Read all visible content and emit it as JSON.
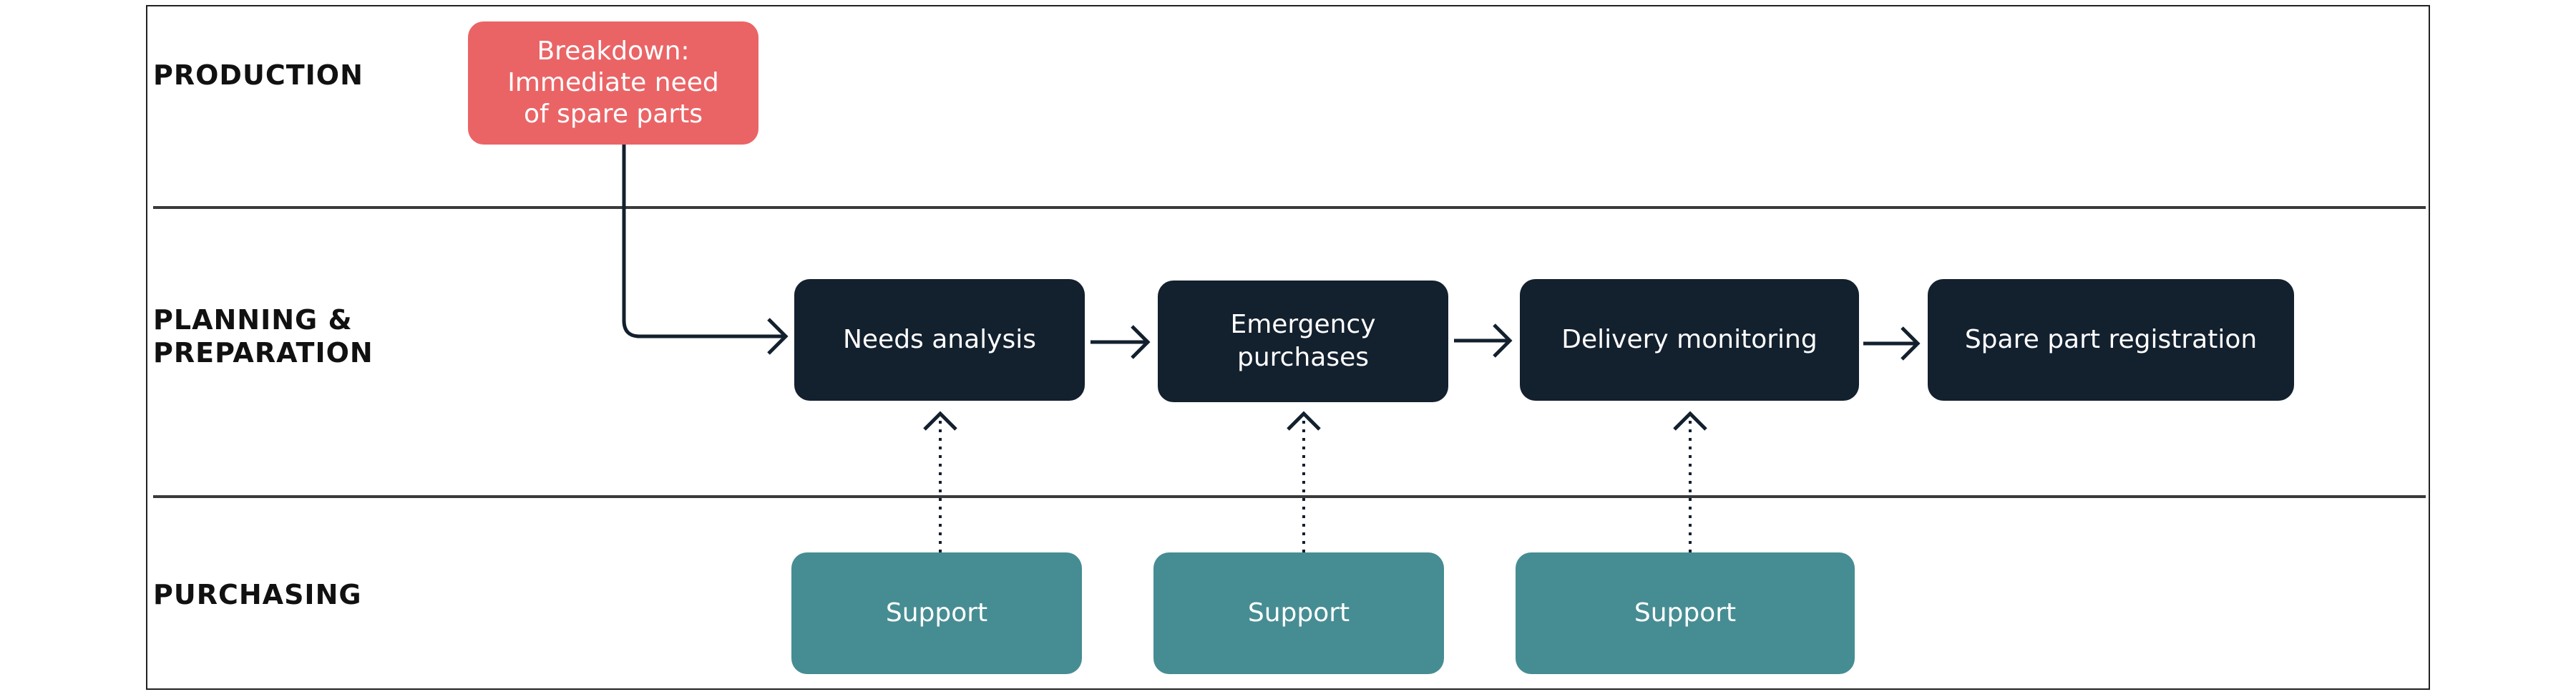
{
  "lanes": {
    "production": "PRODUCTION",
    "planning": "PLANNING &\nPREPARATION",
    "purchasing": "PURCHASING"
  },
  "nodes": {
    "breakdown": "Breakdown:\nImmediate need\nof spare parts",
    "needs_analysis": "Needs analysis",
    "emergency_purchases": "Emergency\npurchases",
    "delivery_monitoring": "Delivery monitoring",
    "spare_part_registration": "Spare part registration",
    "support_1": "Support",
    "support_2": "Support",
    "support_3": "Support"
  },
  "colors": {
    "breakdown": "#ea6466",
    "process": "#13202e",
    "support": "#468d93",
    "connector": "#13202e",
    "divider": "#3a3a3a"
  }
}
